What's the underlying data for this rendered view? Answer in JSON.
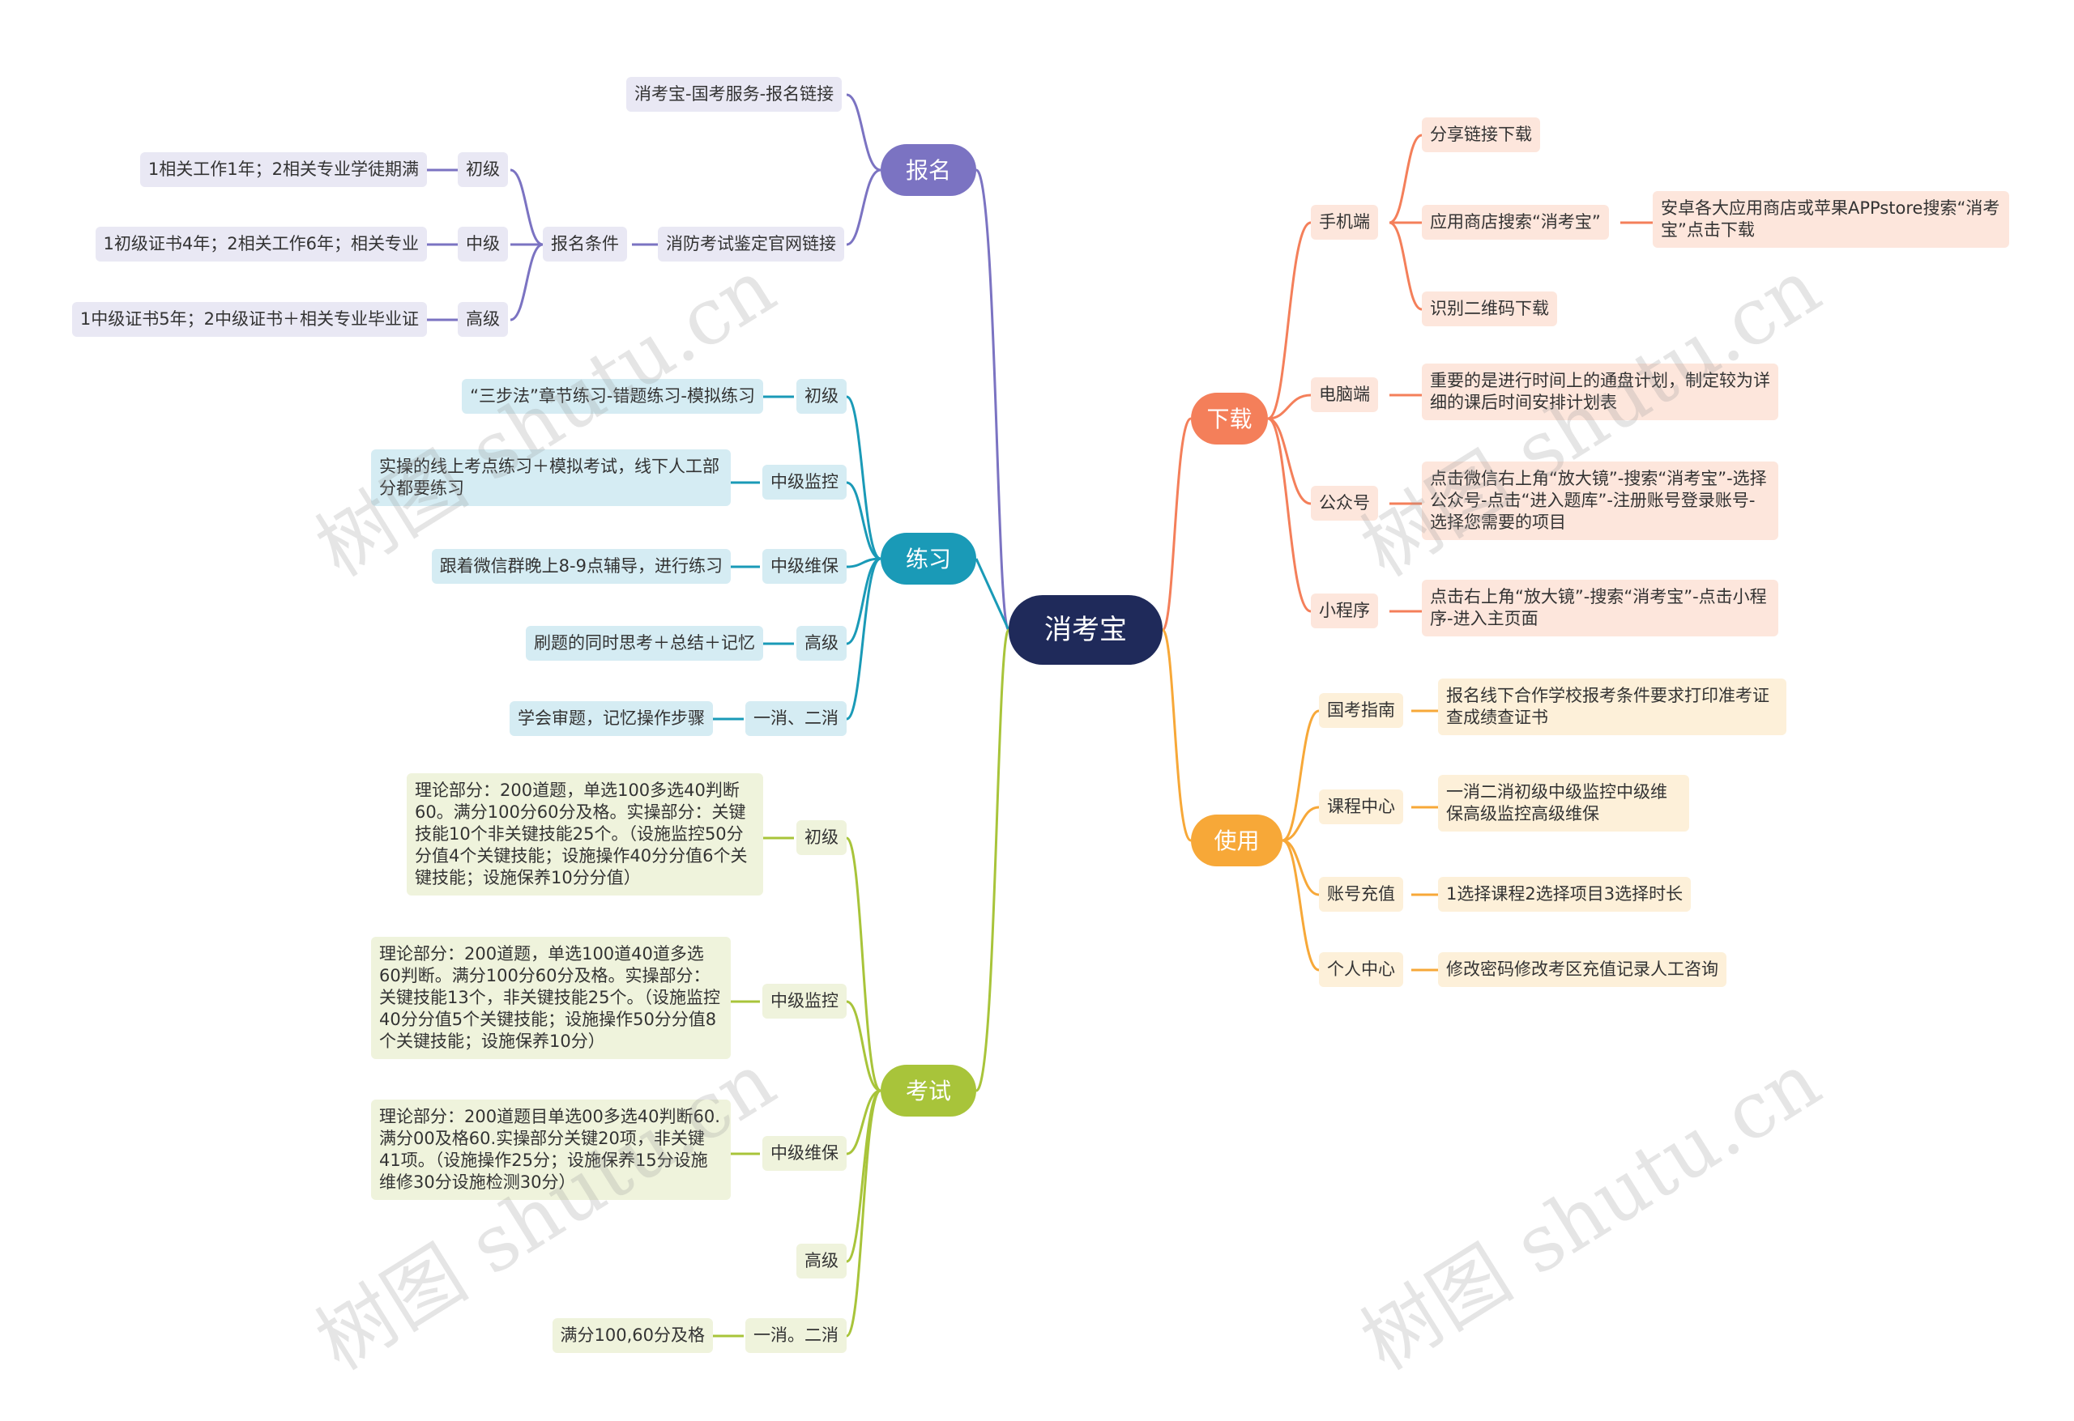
{
  "root": "消考宝",
  "watermark": "树图 shutu.cn",
  "colors": {
    "root": "#1f2a5a",
    "baoming": "#7b73c2",
    "lianxi": "#1a9ab7",
    "kaoshi": "#a8c43a",
    "xiazai": "#f47f5a",
    "shiyong": "#f7a838"
  },
  "left": {
    "baoming": {
      "label": "报名",
      "link": "消考宝-国考服务-报名链接",
      "official": "消防考试鉴定官网链接",
      "cond": "报名条件",
      "levels": [
        {
          "level": "初级",
          "detail": "1相关工作1年；2相关专业学徒期满"
        },
        {
          "level": "中级",
          "detail": "1初级证书4年；2相关工作6年；相关专业"
        },
        {
          "level": "高级",
          "detail": "1中级证书5年；2中级证书＋相关专业毕业证"
        }
      ]
    },
    "lianxi": {
      "label": "练习",
      "items": [
        {
          "level": "初级",
          "detail": "“三步法”章节练习-错题练习-模拟练习"
        },
        {
          "level": "中级监控",
          "detail": "实操的线上考点练习＋模拟考试，线下人工部分都要练习"
        },
        {
          "level": "中级维保",
          "detail": "跟着微信群晚上8-9点辅导，进行练习"
        },
        {
          "level": "高级",
          "detail": "刷题的同时思考＋总结＋记忆"
        },
        {
          "level": "一消、二消",
          "detail": "学会审题，记忆操作步骤"
        }
      ]
    },
    "kaoshi": {
      "label": "考试",
      "items": [
        {
          "level": "初级",
          "detail": "理论部分：200道题，单选100多选40判断60。满分100分60分及格。实操部分：关键技能10个非关键技能25个。（设施监控50分分值4个关键技能；设施操作40分分值6个关键技能；设施保养10分分值）"
        },
        {
          "level": "中级监控",
          "detail": "理论部分：200道题，单选100道40道多选60判断。满分100分60分及格。实操部分：关键技能13个，非关键技能25个。（设施监控40分分值5个关键技能；设施操作50分分值8个关键技能；设施保养10分）"
        },
        {
          "level": "中级维保",
          "detail": "理论部分：200道题目单选00多选40判断60.满分00及格60.实操部分关键20项，非关键41项。（设施操作25分；设施保养15分设施维修30分设施检测30分）"
        },
        {
          "level": "高级",
          "detail": ""
        },
        {
          "level": "一消。二消",
          "detail": "满分100,60分及格"
        }
      ]
    }
  },
  "right": {
    "xiazai": {
      "label": "下载",
      "items": [
        {
          "name": "手机端",
          "subs": [
            "分享链接下载",
            "应用商店搜索“消考宝”",
            "识别二维码下载"
          ],
          "extra": "安卓各大应用商店或苹果APPstore搜索“消考宝”点击下载"
        },
        {
          "name": "电脑端",
          "detail": "重要的是进行时间上的通盘计划，制定较为详细的课后时间安排计划表"
        },
        {
          "name": "公众号",
          "detail": "点击微信右上角“放大镜”-搜索“消考宝”-选择公众号-点击“进入题库”-注册账号登录账号-选择您需要的项目"
        },
        {
          "name": "小程序",
          "detail": "点击右上角“放大镜”-搜索“消考宝”-点击小程序-进入主页面"
        }
      ]
    },
    "shiyong": {
      "label": "使用",
      "items": [
        {
          "name": "国考指南",
          "detail": "报名线下合作学校报考条件要求打印准考证查成绩查证书"
        },
        {
          "name": "课程中心",
          "detail": "一消二消初级中级监控中级维保高级监控高级维保"
        },
        {
          "name": "账号充值",
          "detail": "1选择课程2选择项目3选择时长"
        },
        {
          "name": "个人中心",
          "detail": "修改密码修改考区充值记录人工咨询"
        }
      ]
    }
  }
}
